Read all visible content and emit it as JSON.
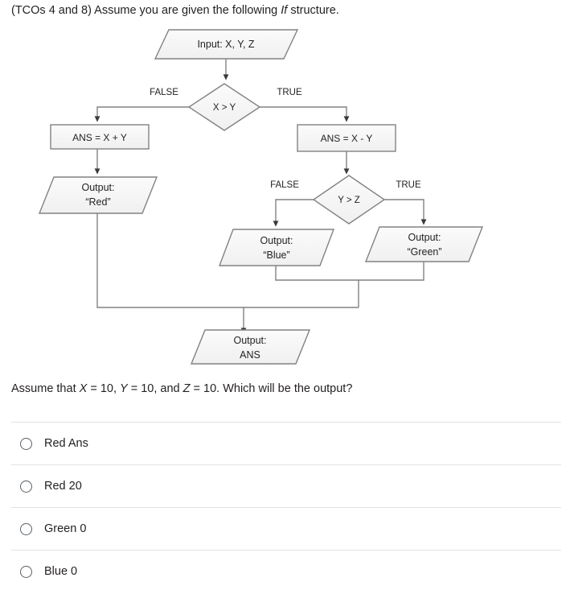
{
  "prompt": {
    "lead": "(TCOs 4 and 8) Assume you are given the following ",
    "emphasis": "If",
    "tail": " structure."
  },
  "flowchart": {
    "nodes": {
      "input": "Input: X, Y, Z",
      "decision1": "X > Y",
      "assign_left": "ANS = X + Y",
      "assign_right": "ANS = X - Y",
      "output_red_line1": "Output:",
      "output_red_line2": "“Red”",
      "decision2": "Y > Z",
      "output_blue_line1": "Output:",
      "output_blue_line2": "“Blue”",
      "output_green_line1": "Output:",
      "output_green_line2": "“Green”",
      "output_ans_line1": "Output:",
      "output_ans_line2": "ANS"
    },
    "edge_labels": {
      "d1_false": "FALSE",
      "d1_true": "TRUE",
      "d2_false": "FALSE",
      "d2_true": "TRUE"
    },
    "colors": {
      "shape_fill": "#f7f7f7",
      "shape_stroke": "#808285",
      "connector": "#808285",
      "arrow": "#3b3b3b",
      "text": "#231f20"
    }
  },
  "question": {
    "part1": "Assume that ",
    "var_x": "X",
    "eq_x": " = 10, ",
    "var_y": "Y",
    "eq_y": " = 10, and ",
    "var_z": "Z",
    "eq_z": " = 10. Which will be the output?"
  },
  "options": [
    {
      "label": "Red Ans"
    },
    {
      "label": "Red 20"
    },
    {
      "label": "Green 0"
    },
    {
      "label": "Blue 0"
    }
  ]
}
